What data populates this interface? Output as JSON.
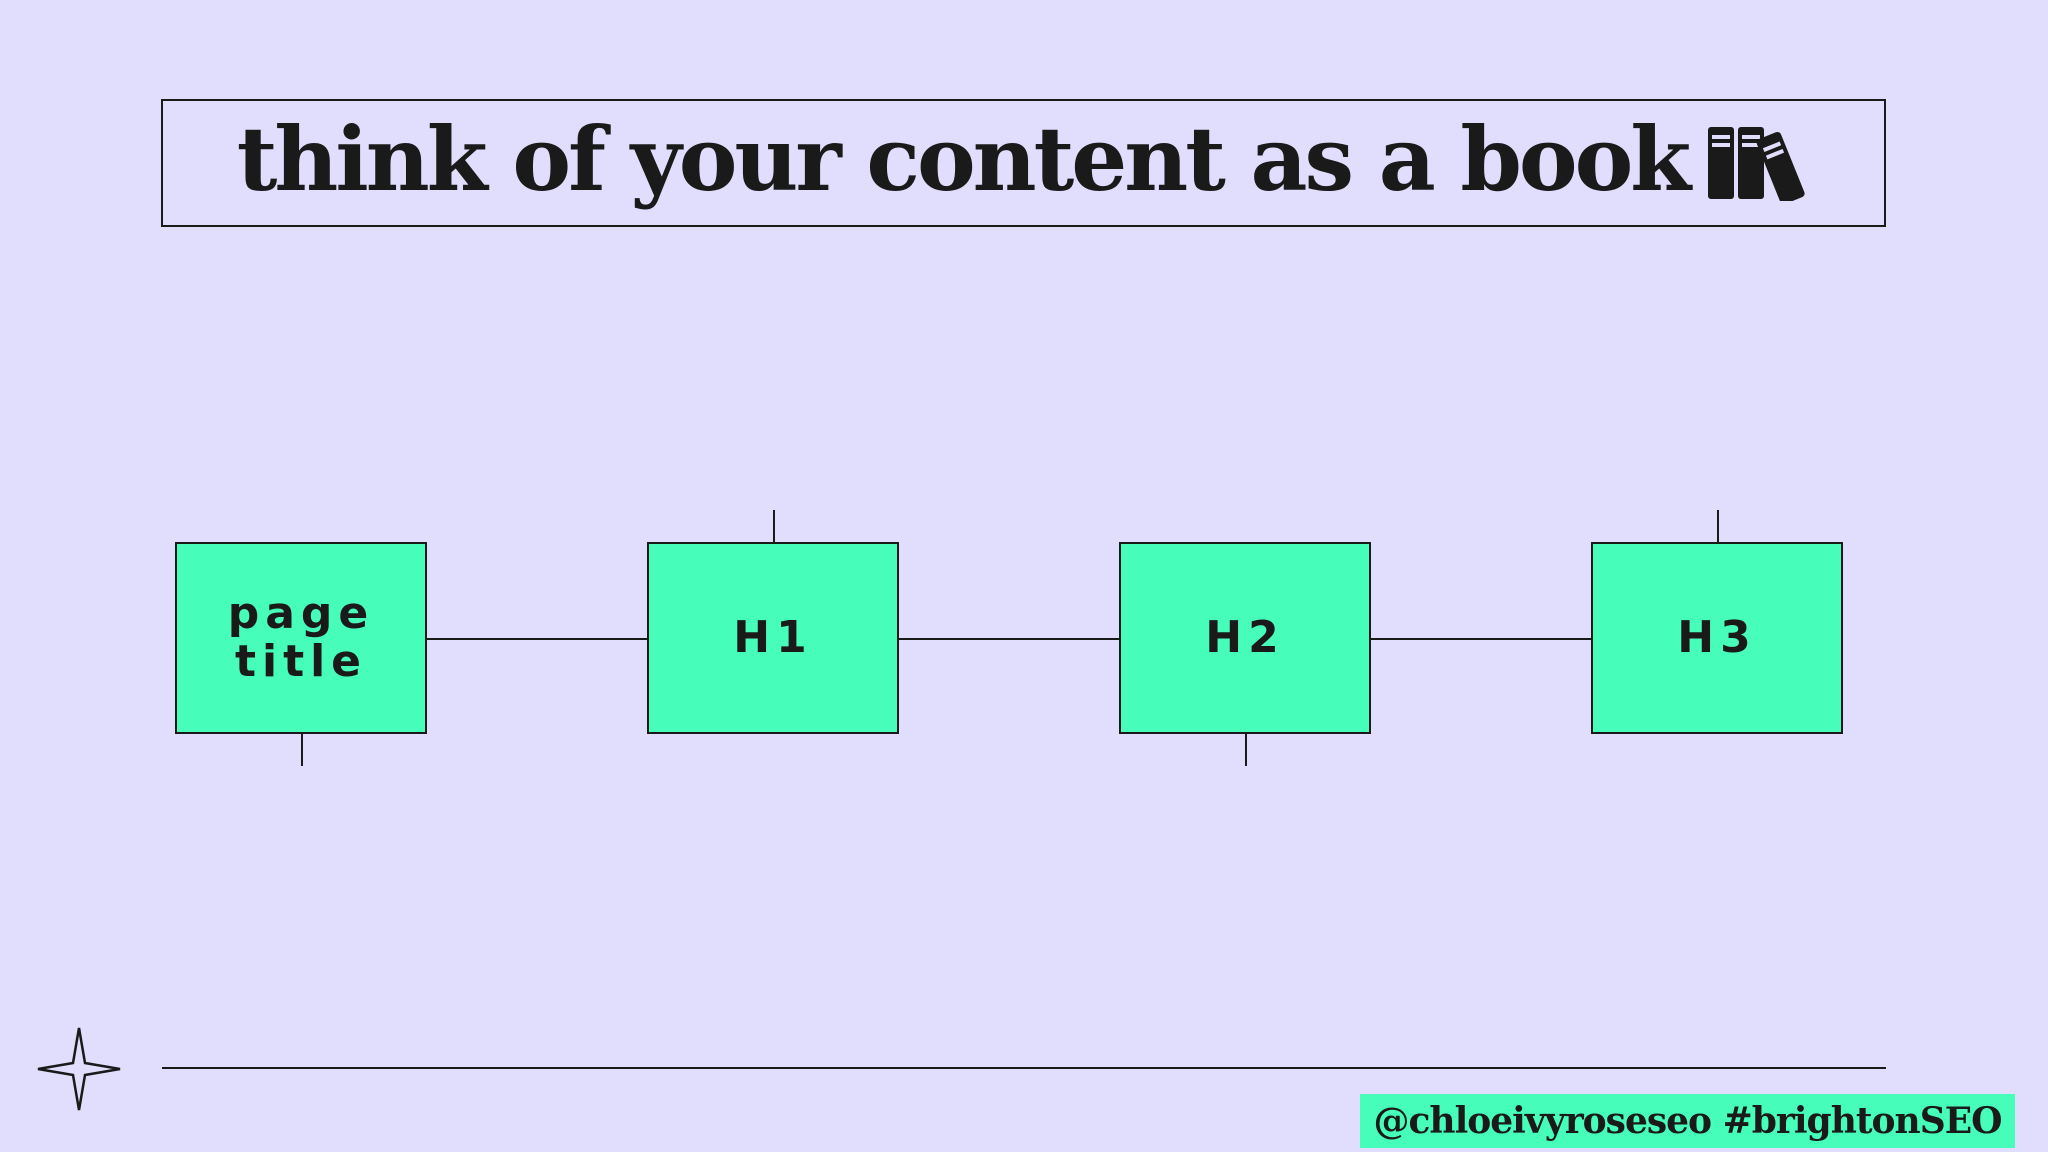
{
  "slide": {
    "title": "think of your content as a book",
    "title_icon": "books-icon",
    "decor_icon": "four-point-star-icon",
    "footer_handle": "@chloeivyroseseo #brightonSEO"
  },
  "diagram": {
    "nodes": [
      {
        "id": "page-title",
        "label": "page\ntitle"
      },
      {
        "id": "h1",
        "label": "H1"
      },
      {
        "id": "h2",
        "label": "H2"
      },
      {
        "id": "h3",
        "label": "H3"
      }
    ],
    "edges": [
      {
        "from": "page-title",
        "to": "h1"
      },
      {
        "from": "h1",
        "to": "h2"
      },
      {
        "from": "h2",
        "to": "h3"
      }
    ]
  },
  "colors": {
    "background": "#e0defc",
    "accent": "#46feba",
    "ink": "#1a1a1a"
  }
}
